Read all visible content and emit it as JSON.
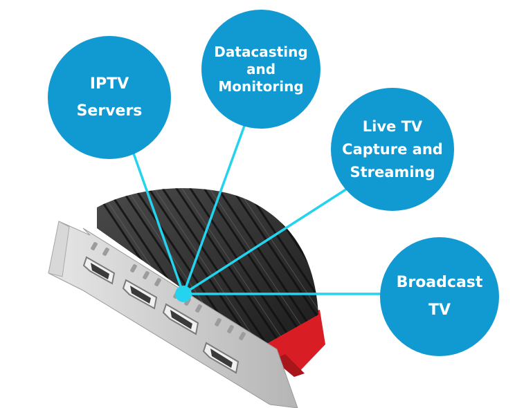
{
  "colors": {
    "bubble": "#1199d2",
    "connector": "#24d3ee",
    "heatsink": "#2a2a2a",
    "pcb": "#d81e24",
    "bracket": "#c9c9c9"
  },
  "hub_icon": "connector-hub-dot",
  "bubbles": {
    "iptv": "IPTV\nServers",
    "datacasting": "Datacasting\nand\nMonitoring",
    "live_tv": "Live TV\nCapture and\nStreaming",
    "broadcast": "Broadcast\nTV"
  }
}
